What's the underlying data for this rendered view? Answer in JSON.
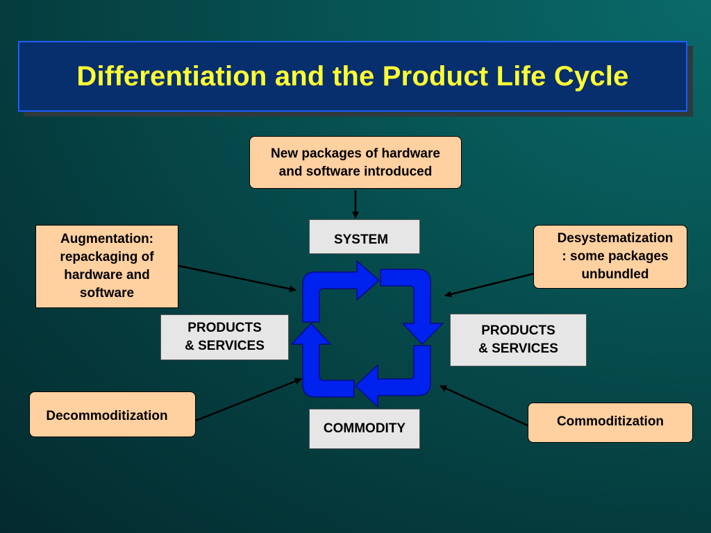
{
  "title": "Differentiation and the Product Life Cycle",
  "boxes": {
    "new_packages": "New packages of hardware\nand software introduced",
    "system": "SYSTEM",
    "augmentation": "Augmentation:\nrepackaging of\nhardware and\nsoftware",
    "desystematization": "Desystematization\n: some packages\nunbundled",
    "products_services_left": "PRODUCTS\n& SERVICES",
    "products_services_right": "PRODUCTS\n& SERVICES",
    "decommoditization": "Decommoditization",
    "commoditization": "Commoditization",
    "commodity": "COMMODITY"
  },
  "colors": {
    "background": "#053c3e",
    "title_fill": "#072f6e",
    "title_border": "#1e5cff",
    "title_text": "#ffff33",
    "peach_box": "#ffd0a0",
    "grey_box": "#e6e6e6",
    "cycle_arrows": "#0022ee"
  }
}
